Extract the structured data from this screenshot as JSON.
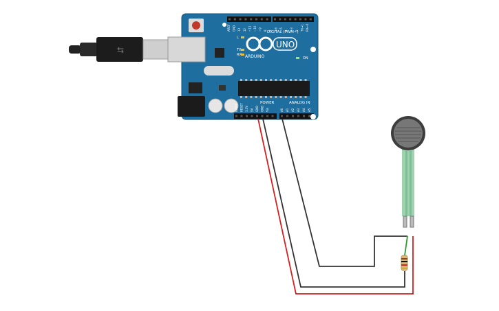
{
  "board": {
    "model": "UNO",
    "brand": "ARDUINO",
    "digital_header_label": "DIGITAL (PWM~)",
    "power_header_label": "POWER",
    "analog_header_label": "ANALOG IN",
    "digital_pins": [
      "AREF",
      "GND",
      "13",
      "12",
      "~11",
      "~10",
      "~9",
      "8",
      "7",
      "~6",
      "~5",
      "4",
      "~3",
      "2",
      "TX→1",
      "RX←0"
    ],
    "power_pins": [
      "IOREF",
      "RESET",
      "3.3V",
      "5V",
      "GND",
      "GND",
      "Vin"
    ],
    "analog_pins": [
      "A0",
      "A1",
      "A2",
      "A3",
      "A4",
      "A5"
    ],
    "led_labels": [
      "L",
      "TX",
      "RX",
      "ON"
    ]
  },
  "colors": {
    "board": "#1e6fa0",
    "wire_red": "#d42020",
    "wire_black": "#333333",
    "wire_green": "#2f9b2f",
    "sensor_strip": "#9ed3b0",
    "sensor_disk": "#666666"
  },
  "components": {
    "usb_cable": "usb-b-cable",
    "sensor": "force-sensitive-resistor",
    "resistor": "resistor"
  }
}
